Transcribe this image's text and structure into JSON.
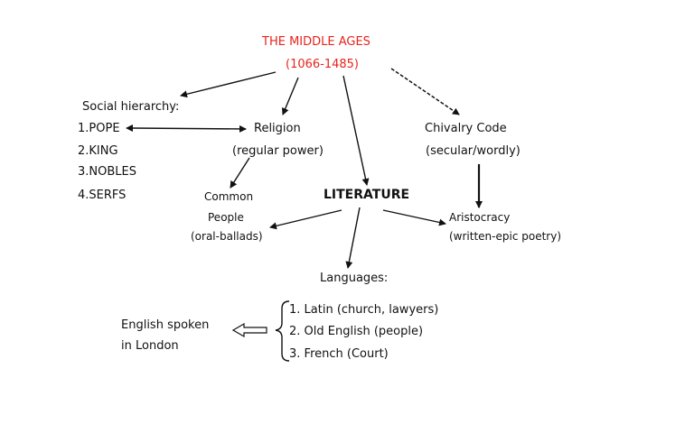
{
  "title": "THE MIDDLE AGES",
  "period": "(1066-1485)",
  "social_hierarchy": {
    "heading": "Social hierarchy:",
    "items": [
      "1.POPE",
      "2.KING",
      "3.NOBLES",
      "4.SERFS"
    ]
  },
  "religion": {
    "label": "Religion",
    "sub": "(regular power)"
  },
  "chivalry": {
    "label": "Chivalry Code",
    "sub": "(secular/wordly)"
  },
  "literature": "LITERATURE",
  "common_people": {
    "line1": "Common",
    "line2": "People",
    "line3": "(oral-ballads)"
  },
  "aristocracy": {
    "line1": "Aristocracy",
    "line2": "(written-epic poetry)"
  },
  "languages": {
    "heading": "Languages:",
    "items": [
      "1.  Latin (church, lawyers)",
      "2.  Old English (people)",
      "3.  French (Court)"
    ]
  },
  "english_note": {
    "line1": "English spoken",
    "line2": "in London"
  },
  "colors": {
    "title": "#e8231c",
    "text": "#111111",
    "arrow": "#111111"
  }
}
